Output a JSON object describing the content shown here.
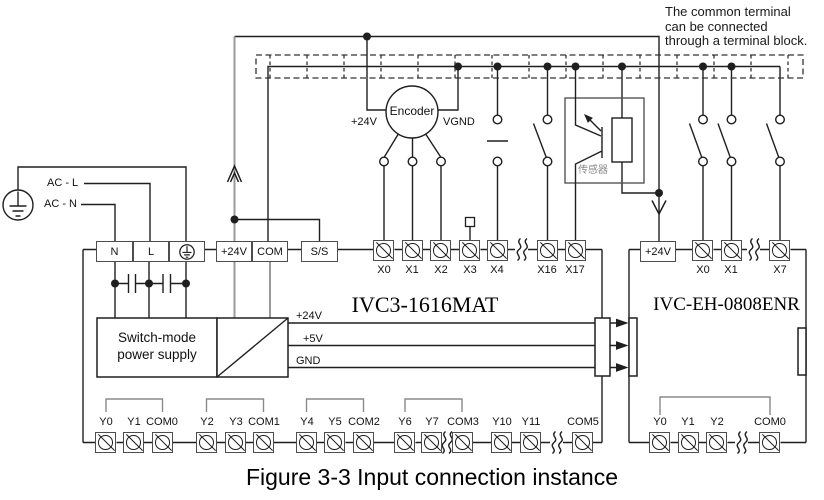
{
  "figure": {
    "caption": "Figure 3-3 Input connection instance"
  },
  "note": {
    "line1": "The common terminal",
    "line2": "can be connected",
    "line3": "through a terminal block."
  },
  "power_input": {
    "ac_l": "AC - L",
    "ac_n": "AC - N"
  },
  "encoder": {
    "name": "Encoder",
    "plus24": "+24V",
    "vgnd": "VGND"
  },
  "sensor": {
    "name": "传感器"
  },
  "psu": {
    "line1": "Switch-mode",
    "line2": "power supply"
  },
  "bus": {
    "v24": "+24V",
    "v5": "+5V",
    "gnd": "GND"
  },
  "module1": {
    "title": "IVC3-1616MAT",
    "top": {
      "n": "N",
      "l": "L",
      "v24": "+24V",
      "com": "COM",
      "ss": "S/S",
      "x0": "X0",
      "x1": "X1",
      "x2": "X2",
      "x3": "X3",
      "x4": "X4",
      "x16": "X16",
      "x17": "X17"
    },
    "bottom": {
      "y0": "Y0",
      "y1": "Y1",
      "com0": "COM0",
      "y2": "Y2",
      "y3": "Y3",
      "com1": "COM1",
      "y4": "Y4",
      "y5": "Y5",
      "com2": "COM2",
      "y6": "Y6",
      "y7": "Y7",
      "com3": "COM3",
      "y10": "Y10",
      "y11": "Y11",
      "com5": "COM5"
    }
  },
  "module2": {
    "title": "IVC-EH-0808ENR",
    "top": {
      "v24": "+24V",
      "x0": "X0",
      "x1": "X1",
      "x7": "X7"
    },
    "bottom": {
      "y0": "Y0",
      "y1": "Y1",
      "y2": "Y2",
      "com0": "COM0"
    }
  },
  "colors": {
    "wire": "#1f1f1f",
    "gray_wire": "#9a9a9a",
    "bracket": "#8a8a8a",
    "terminal_border": "#4d4d4d"
  }
}
